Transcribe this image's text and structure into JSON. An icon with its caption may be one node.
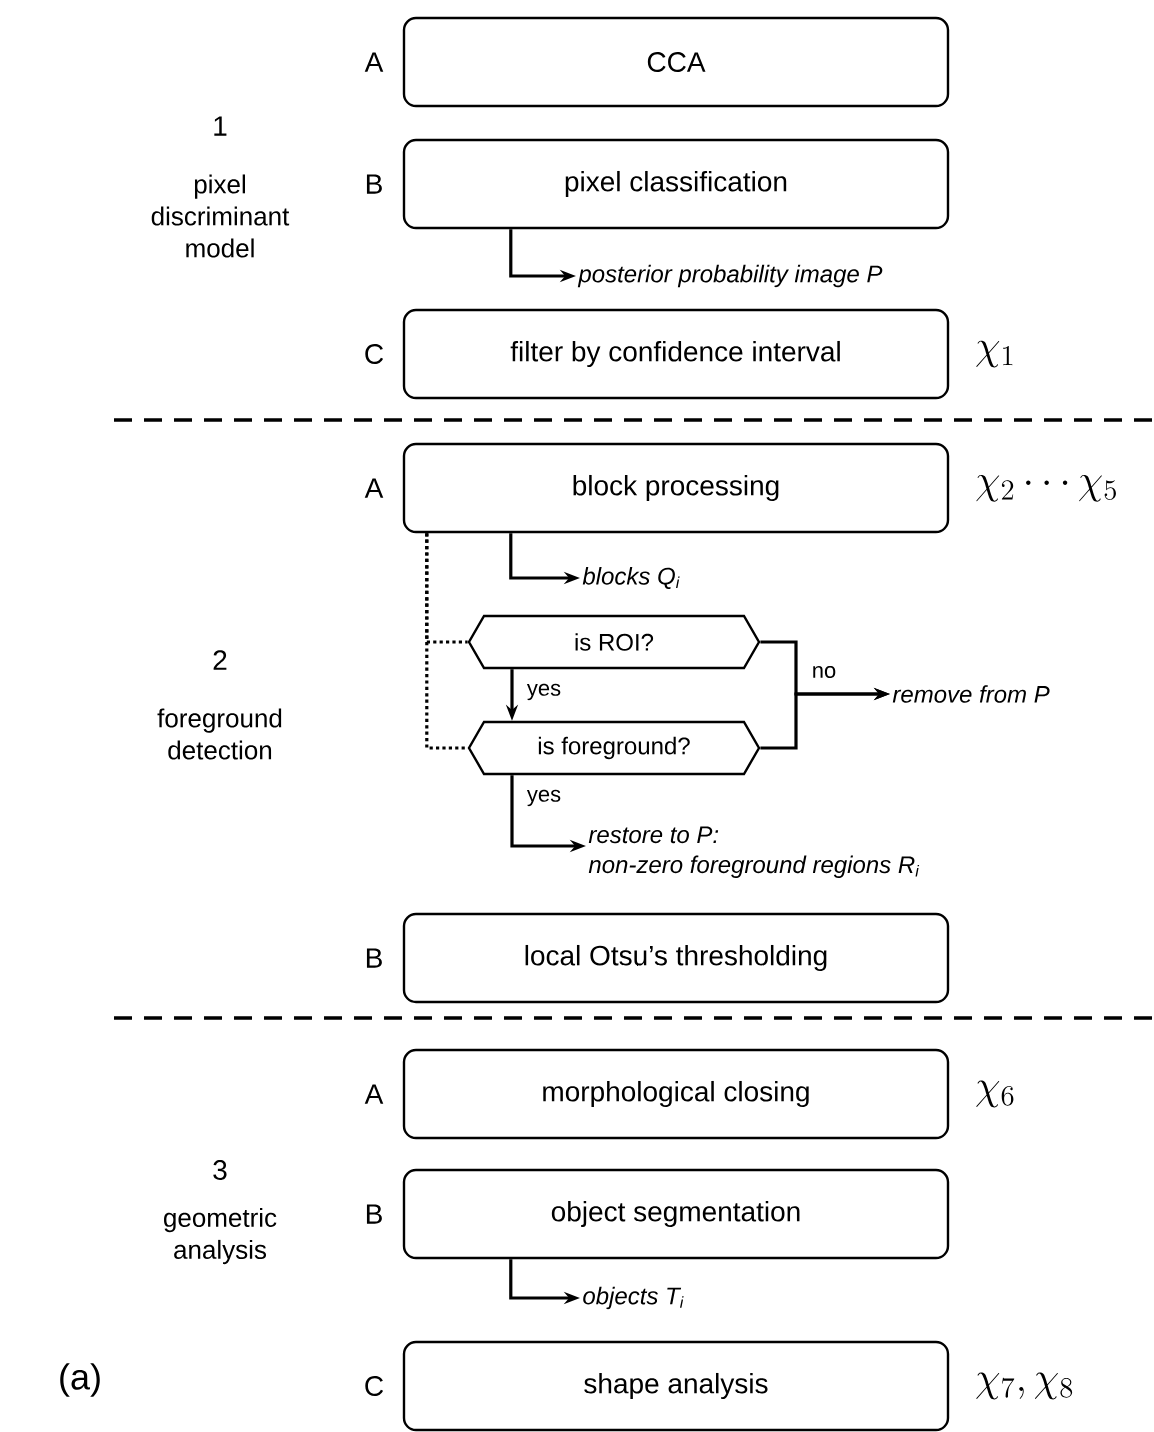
{
  "diagram": {
    "nodes": [
      {
        "text": [
          "CCA"
        ],
        "beside": [
          "A"
        ]
      },
      {
        "text": [
          "pixel classification"
        ],
        "beside": [
          "B"
        ]
      },
      {
        "text": [
          "posterior probability image P"
        ]
      },
      {
        "text": [
          "filter by confidence interval"
        ],
        "beside": [
          "C",
          "\\chi_{1}"
        ]
      },
      {
        "text": [
          "block processing"
        ],
        "beside": [
          "A",
          "\\chi_{2}\\cdots\\chi_{5}"
        ]
      },
      {
        "text": [
          "blocks Q$_{i}$"
        ]
      },
      {
        "text": [
          "is ROI?"
        ]
      },
      {
        "text": [
          "is foreground?"
        ]
      },
      {
        "text": [
          "remove from P"
        ]
      },
      {
        "text": [
          "restore to P:",
          "non-zero foreground regions R$_{i}$"
        ]
      },
      {
        "text": [
          "local Otsu’s thresholding"
        ],
        "beside": [
          "B"
        ]
      },
      {
        "text": [
          "morphological closing"
        ],
        "beside": [
          "A",
          "\\chi_{6}"
        ]
      },
      {
        "text": [
          "object segmentation"
        ],
        "beside": [
          "B"
        ]
      },
      {
        "text": [
          "objects T$_{i}$"
        ]
      },
      {
        "text": [
          "shape analysis"
        ],
        "beside": [
          "C",
          "\\chi_{7},\\chi_{8}"
        ]
      }
    ],
    "edges": [
      {
        "from": 1,
        "to": 2,
        "arrow": "to"
      },
      {
        "from": 4,
        "to": 5,
        "arrow": "to"
      },
      {
        "from": 4,
        "to": 6,
        "arrow": "none",
        "style": "dashed"
      },
      {
        "from": 4,
        "to": 7,
        "arrow": "none",
        "style": "dashed"
      },
      {
        "from": 6,
        "to": 7,
        "arrow": "to",
        "label": "yes"
      },
      {
        "from": 6,
        "to": 8,
        "arrow": "to",
        "label": "no"
      },
      {
        "from": 7,
        "to": 8,
        "arrow": "to"
      },
      {
        "from": 7,
        "to": 9,
        "arrow": "to",
        "label": "yes"
      },
      {
        "from": 12,
        "to": 13,
        "arrow": "to"
      }
    ],
    "labels": [
      "1",
      "pixel discriminant model",
      "2",
      "foreground detection",
      "3",
      "geometric analysis",
      "(a)"
    ]
  }
}
